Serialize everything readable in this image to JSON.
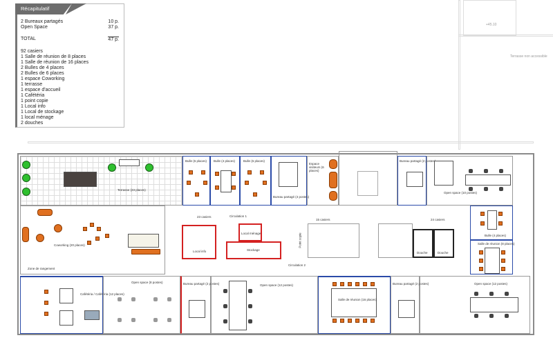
{
  "recap": {
    "title": "Récapitulatif",
    "summary": [
      {
        "label": "2 Bureaux partagés",
        "value": "10 p."
      },
      {
        "label": "Open Space",
        "value": "37 p."
      }
    ],
    "total": {
      "label": "TOTAL",
      "value": "47 p."
    },
    "items": [
      "92 casiers",
      "1 Salle de réunion de 8 places",
      "1 Salle de réunion de 16 places",
      "2 Bulles de 4 places",
      "2 Bulles de 6 places",
      "1 espace Coworking",
      "1 terrasse",
      "1 espace d'accueil",
      "1 Cafétéria",
      "1 point copie",
      "1 Local info",
      "1 Local de stockage",
      "1 local ménage",
      "2 douches"
    ]
  },
  "plan": {
    "rooms": {
      "terrasse": "Terrasse (23 places)",
      "bulle1": "Bulle (6 places)",
      "bulle2": "Bulle (4 places)",
      "bulle3": "Bulle (6 places)",
      "bureau_top1": "Bureau partagé (4 postes)",
      "espace_visiteurs": "Espace visiteurs (6 places)",
      "bureau_top2": "Bureau partagé (2 postes)",
      "open_space_top": "Open space (10 postes)",
      "bulle4": "Bulle (4 places)",
      "salle_8": "Salle de réunion (8 places)",
      "coworking": "Coworking (20 places)",
      "casiers_23": "23 casiers",
      "circulation1": "Circulation 1",
      "local_menage": "Local ménage",
      "stockage": "Stockage",
      "local_info": "Local info",
      "point_copie": "Point copie",
      "casiers_15": "15 casiers",
      "casiers_24": "24 casiers",
      "douche1": "Douche",
      "douche2": "Douche",
      "circulation2": "Circulation 2",
      "cafeteria": "Cafétéria / Cafétéria (12 places)",
      "open_space_b1": "Open space (8 postes)",
      "bureau_b1": "Bureau partagé (2 postes)",
      "open_space_b2": "Open space (12 postes)",
      "salle_16": "Salle de réunion (16 places)",
      "bureau_b2": "Bureau partagé (2 postes)",
      "open_space_b3": "Open space (12 postes)",
      "zone_rangement": "Zone de rangement"
    },
    "outside": {
      "terrasse_na": "Terrasse non accessible",
      "elevation": "+45.10"
    }
  }
}
